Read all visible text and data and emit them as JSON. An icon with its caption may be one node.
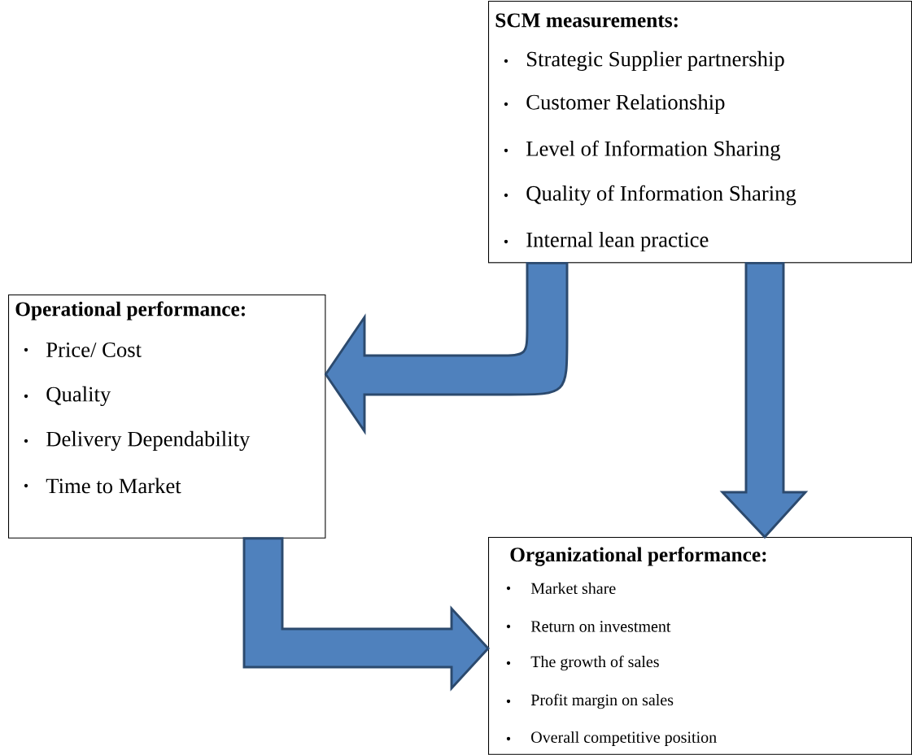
{
  "diagram": {
    "nodes": [
      {
        "text": [
          "SCM measurements:",
          "Strategic Supplier partnership",
          "Customer Relationship",
          "Level of Information Sharing",
          "Quality of Information Sharing",
          "Internal lean practice"
        ]
      },
      {
        "text": [
          "Operational performance:",
          "Price/ Cost",
          "Quality",
          "Delivery Dependability",
          "Time to Market"
        ]
      },
      {
        "text": [
          "Organizational performance:",
          "Market share",
          "Return on investment",
          "The growth of sales",
          "Profit margin on sales",
          "Overall competitive position"
        ]
      }
    ],
    "edges": [
      {
        "from": 0,
        "to": 1,
        "arrow": "to"
      },
      {
        "from": 0,
        "to": 2,
        "arrow": "to"
      },
      {
        "from": 1,
        "to": 2,
        "arrow": "to"
      }
    ]
  }
}
